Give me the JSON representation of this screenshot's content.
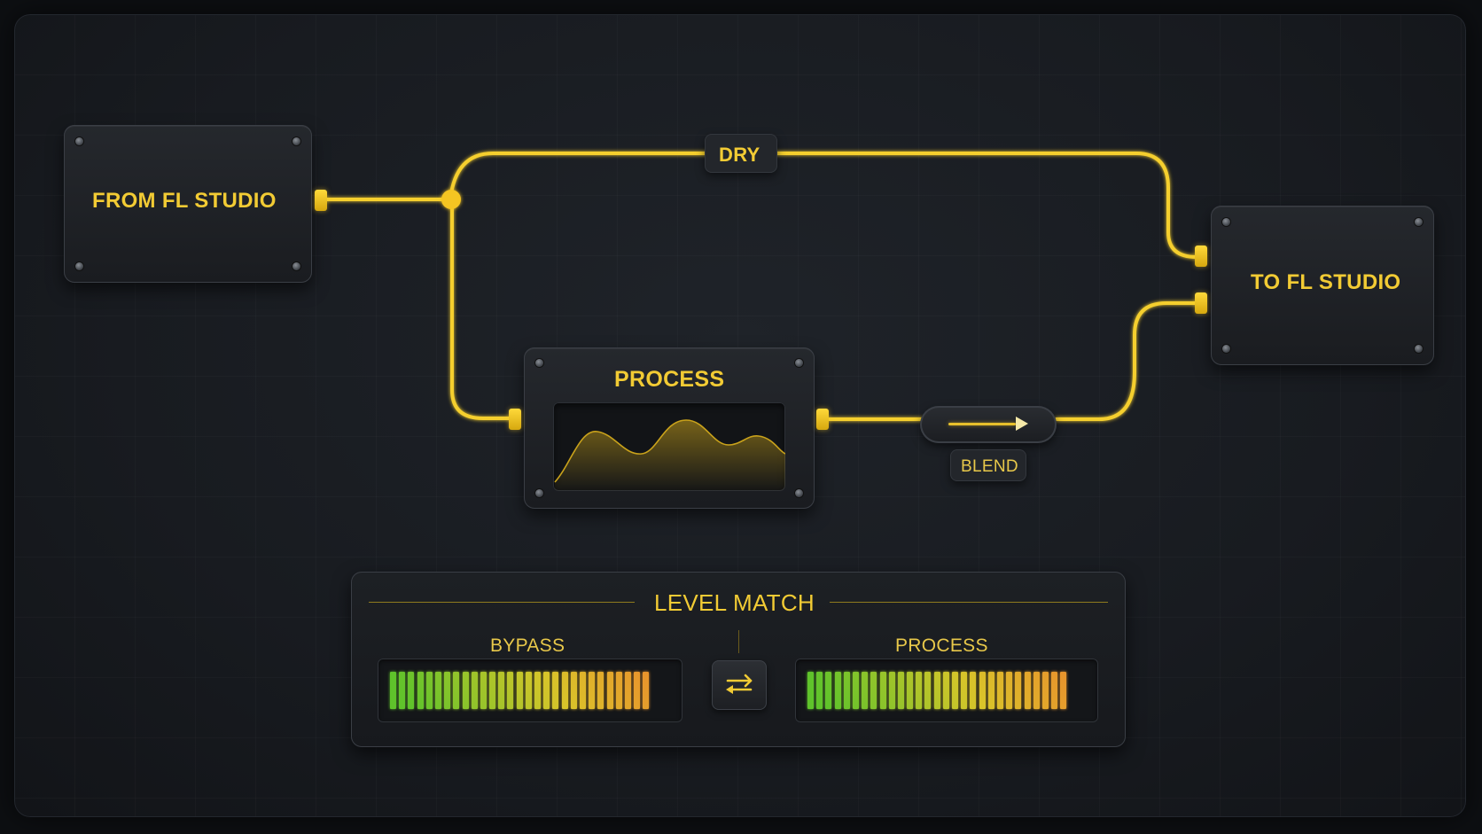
{
  "nodes": {
    "source_label": "FROM FL STUDIO",
    "destination_label": "TO FL STUDIO",
    "process_label": "PROCESS",
    "dry_label": "DRY",
    "blend_label": "BLEND"
  },
  "level_match": {
    "title": "LEVEL MATCH",
    "bypass_label": "BYPASS",
    "process_label": "PROCESS",
    "bypass_segments": 29,
    "process_segments": 29
  },
  "colors": {
    "accent": "#f2cb34",
    "meter_green": "#5fc32b",
    "meter_yellow": "#d9c52a",
    "meter_orange": "#e8942c"
  },
  "icons": {
    "swap": "swap-arrows-icon",
    "play": "play-triangle-icon"
  }
}
